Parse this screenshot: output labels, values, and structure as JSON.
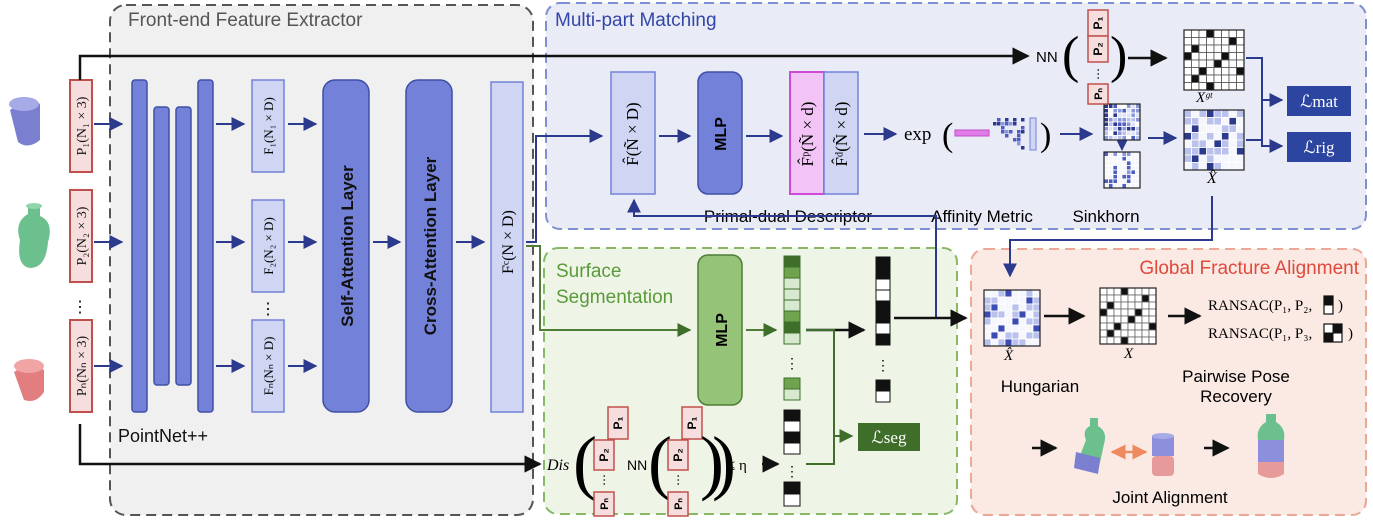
{
  "colors": {
    "front_panel_fill": "#f0f0f1",
    "front_panel_stroke": "#555555",
    "matching_panel_fill": "#e9ecf7",
    "matching_panel_stroke": "#7f8fd1",
    "matching_title": "#3346a8",
    "seg_panel_fill": "#eef5e7",
    "seg_panel_stroke": "#86b868",
    "seg_title": "#5a9a3a",
    "align_panel_fill": "#fbe9e4",
    "align_panel_stroke": "#eba897",
    "align_title": "#e0493b",
    "layer_blue": "#7382d8",
    "layer_light": "#cfd5f2",
    "arrow": "#2b3a8c",
    "points_red": "#c0504d",
    "points_fill": "#f7dede",
    "mlp_green": "#95c377",
    "loss_blue": "#2b45a0",
    "loss_green": "#3f6e2a",
    "descriptor_magenta": "#e07be8"
  },
  "front_end": {
    "title": "Front-end Feature Extractor",
    "pointnet_label": "PointNet++",
    "self_attention": "Self-Attention Layer",
    "cross_attention": "Cross-Attention Layer",
    "inputs": [
      {
        "label": "P₁(N₁ × 3)"
      },
      {
        "label": "P₂(N₂ × 3)"
      },
      {
        "label": "Pₙ(Nₙ × 3)"
      }
    ],
    "input_ellipsis": "⋮",
    "features": [
      {
        "label": "F₁(N₁ × D)"
      },
      {
        "label": "F₂(N₂ × D)"
      },
      {
        "label": "Fₙ(Nₙ × D)"
      }
    ],
    "feature_ellipsis": "⋮",
    "fused_feature": "Fᶜ(N × D)"
  },
  "matching": {
    "title": "Multi-part Matching",
    "f_hat": "F̂(Ñ × D)",
    "mlp": "MLP",
    "fp": "F̂ᵖ(Ñ × d)",
    "fd": "F̂ᵈ(Ñ × d)",
    "exp": "exp",
    "nn": "NN",
    "gt_label": "Xᵍᵗ",
    "xhat_label": "X̂",
    "loss_mat": "ℒmat",
    "loss_rig": "ℒrig",
    "caption_descriptor": "Primal-dual Descriptor",
    "caption_affinity": "Affinity Metric",
    "caption_sinkhorn": "Sinkhorn",
    "nn_parts": [
      "P₁",
      "P₂",
      "⋯",
      "Pₙ"
    ]
  },
  "segmentation": {
    "title_line1": "Surface",
    "title_line2": "Segmentation",
    "mlp": "MLP",
    "dis": "Dis",
    "nn": "NN",
    "leq": "≤ η",
    "loss_seg": "ℒseg",
    "parts": [
      "P₁",
      "P₂",
      "⋯",
      "Pₙ"
    ],
    "ellipsis": "⋮"
  },
  "alignment": {
    "title": "Global Fracture Alignment",
    "xhat_label": "X̂",
    "x_label": "X",
    "hungarian": "Hungarian",
    "ransac1": "RANSAC(P₁, P₂,",
    "ransac2": "RANSAC(P₁, P₃,",
    "pairwise_line1": "Pairwise Pose",
    "pairwise_line2": "Recovery",
    "joint": "Joint Alignment"
  }
}
